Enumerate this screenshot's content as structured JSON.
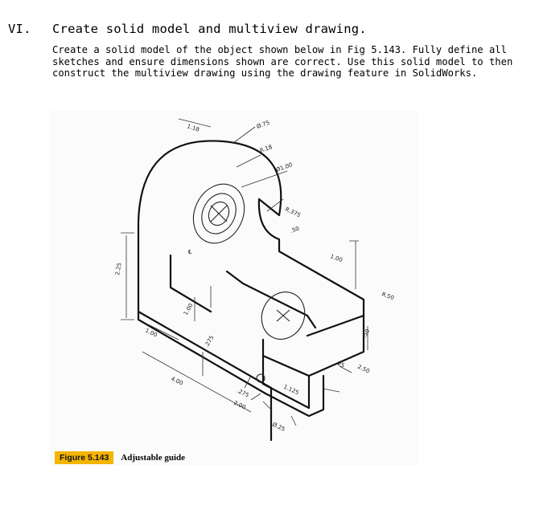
{
  "section": {
    "number": "VI.",
    "title": "Create solid model and multiview drawing."
  },
  "instructions": [
    "Create a solid model of the object shown below in Fig 5.143. Fully define all",
    "sketches and ensure dimensions shown are correct. Use this solid model to then",
    "construct the multiview drawing using the drawing feature in SolidWorks."
  ],
  "figure": {
    "number": "Figure 5.143",
    "caption": "Adjustable guide",
    "dimensions": {
      "d118": "1.18",
      "d75": "Ø.75",
      "r18": "R.18",
      "d100dia": "Ø1.00",
      "r375": "R.375",
      "d50top": ".50",
      "d100right": "1.00",
      "r50": "R.50",
      "d225": "2.25",
      "d100mid": "1.00",
      "d100left": "1.00",
      "d275a": ".275",
      "d275b": ".275",
      "d400": "4.00",
      "d200": "2.00",
      "d50b": ".50",
      "d25": ".25",
      "d250": "2.50",
      "d1125": "1.125",
      "d025": "Ø.25",
      "centerline": "℄"
    }
  }
}
